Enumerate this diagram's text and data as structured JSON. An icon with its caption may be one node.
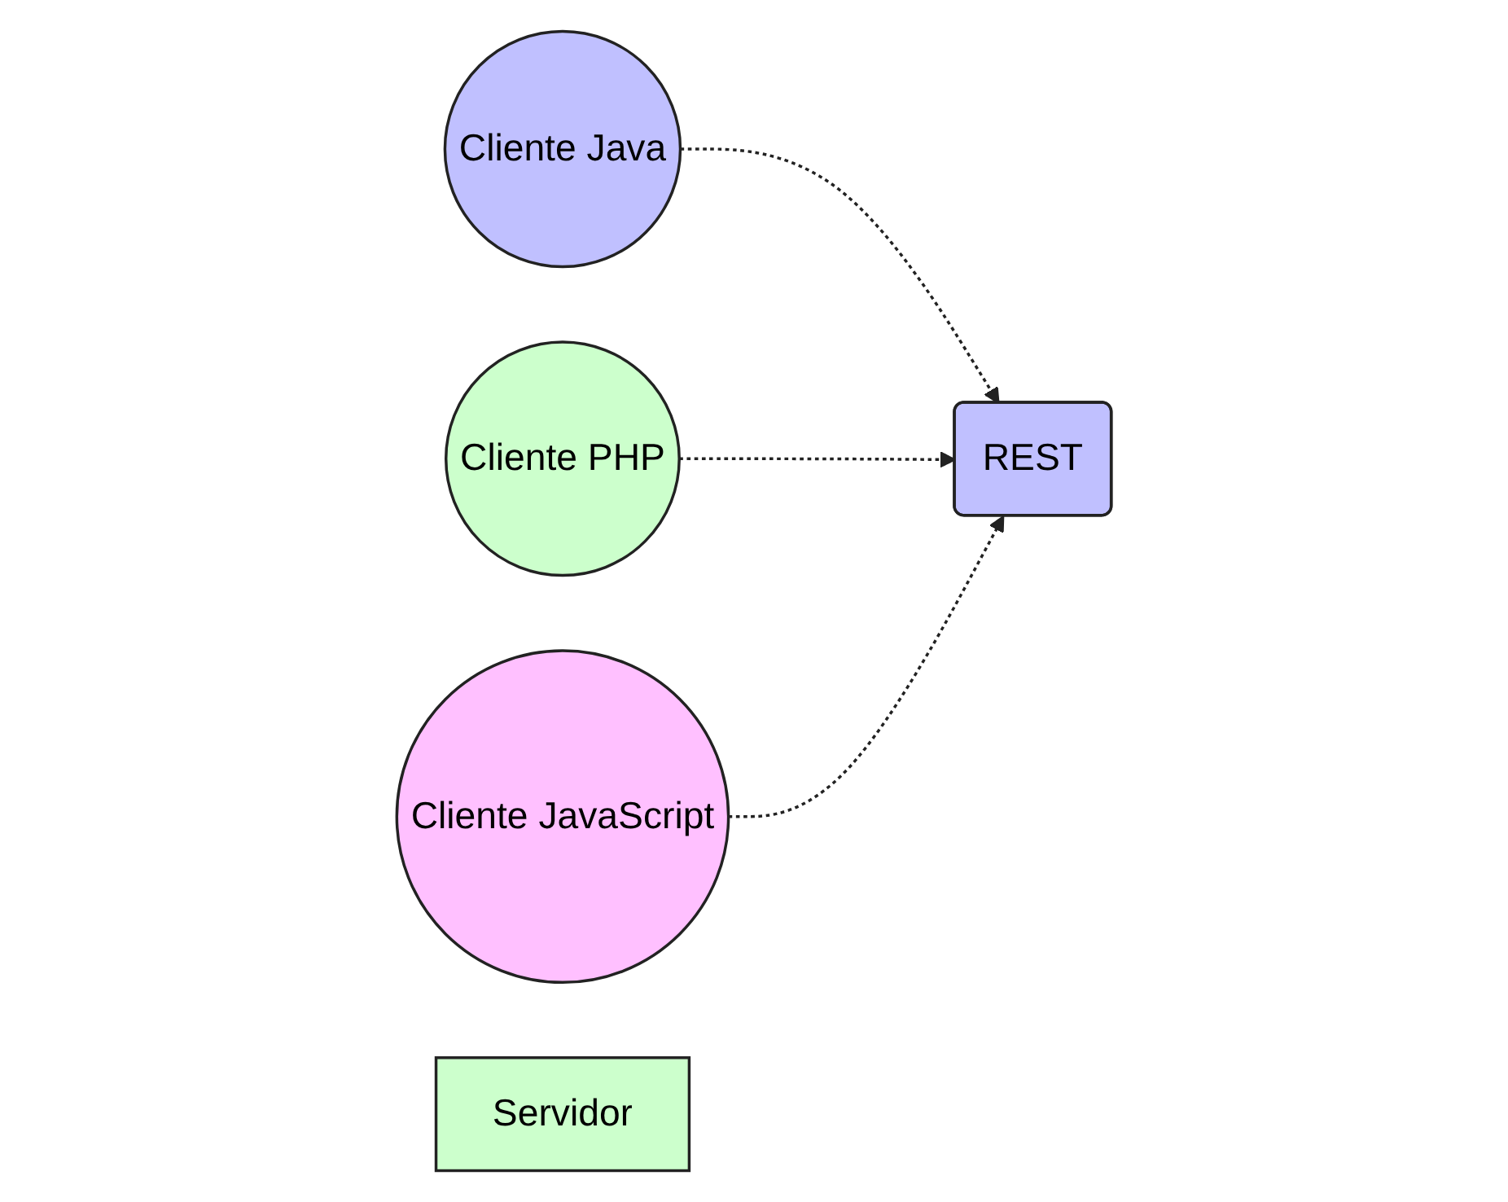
{
  "diagram": {
    "nodes": [
      {
        "text": [
          "Cliente Java"
        ]
      },
      {
        "text": [
          "Cliente PHP"
        ]
      },
      {
        "text": [
          "Cliente JavaScript"
        ]
      },
      {
        "text": [
          "REST"
        ]
      },
      {
        "text": [
          "Servidor"
        ]
      }
    ],
    "edges": [
      {
        "from": 0,
        "to": 3,
        "arrow": "to",
        "style": "dashed"
      },
      {
        "from": 1,
        "to": 3,
        "arrow": "to",
        "style": "dashed"
      },
      {
        "from": 2,
        "to": 3,
        "arrow": "to",
        "style": "dashed"
      }
    ]
  }
}
